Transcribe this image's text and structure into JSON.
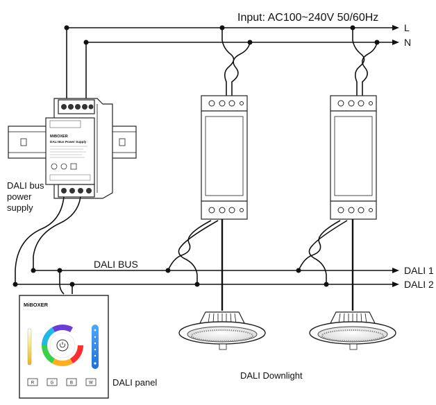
{
  "mains": {
    "input_label": "Input: AC100~240V  50/60Hz",
    "line_l": "L",
    "line_n": "N"
  },
  "bus": {
    "label": "DALI BUS",
    "dali1": "DALI 1",
    "dali2": "DALI 2"
  },
  "psu": {
    "caption_line1": "DALI bus",
    "caption_line2": "power",
    "caption_line3": "supply",
    "brand": "MiBOXER",
    "product_title": "DALI Bus Power Supply"
  },
  "panel": {
    "caption": "DALI panel",
    "brand": "MiBOXER",
    "buttons": [
      "R",
      "G",
      "B",
      "W"
    ]
  },
  "downlight": {
    "caption": "DALI Downlight"
  }
}
